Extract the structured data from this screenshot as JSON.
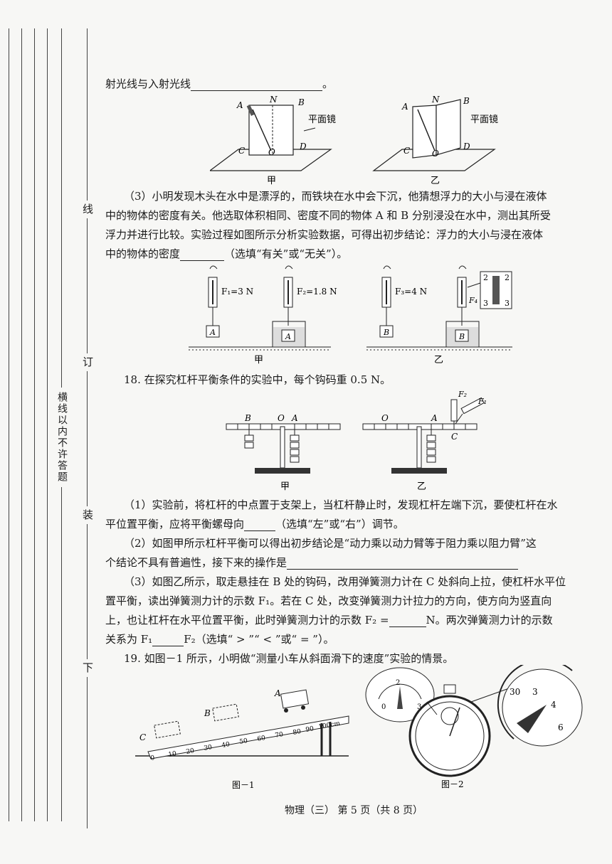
{
  "binding_margin": {
    "line_mark": "线",
    "ding_mark": "订",
    "zhuang_mark": "装",
    "xia_mark": "下",
    "notice": "横线以内不许答题"
  },
  "top_line": "射光线与入射光线",
  "top_line_end": "。",
  "mirror_figs": {
    "label_A": "A",
    "label_N": "N",
    "label_B": "B",
    "label_C": "C",
    "label_O": "O",
    "label_D": "D",
    "mirror_label": "平面镜",
    "cap_left": "甲",
    "cap_right": "乙"
  },
  "q17_3": {
    "line1": "（3）小明发现木头在水中是漂浮的，而铁块在水中会下沉，他猜想浮力的大小与浸在液体",
    "line2": "中的物体的密度有关。他选取体积相同、密度不同的物体 A 和 B 分别浸没在水中，测出其所受",
    "line3": "浮力并进行比较。实验过程如图所示分析实验数据，可得出初步结论：浮力的大小与浸在液体",
    "line4a": "中的物体的密度",
    "line4b": "（选填“有关”或“无关”）。"
  },
  "buoyancy_figs": {
    "f1": "F₁=3 N",
    "f2": "F₂=1.8 N",
    "f3": "F₃=4 N",
    "f4": "F₄",
    "obj_a": "A",
    "obj_b": "B",
    "scale_2l": "2",
    "scale_2r": "2",
    "scale_3l": "3",
    "scale_3r": "3",
    "cap_left": "甲",
    "cap_right": "乙"
  },
  "q18": {
    "title": "18. 在探究杠杆平衡条件的实验中，每个钩码重 0.5 N。",
    "p1_a": "（1）实验前，将杠杆的中点置于支架上，当杠杆静止时，发现杠杆左端下沉，要使杠杆在水",
    "p1_b1": "平位置平衡，应将平衡螺母向",
    "p1_b2": "（选填“左”或“右”）调节。",
    "p2_a": "（2）如图甲所示杠杆平衡可以得出初步结论是“动力乘以动力臂等于阻力乘以阻力臂”这",
    "p2_b": "个结论不具有普遍性，接下来的操作是",
    "p3_a": "（3）如图乙所示，取走悬挂在 B 处的钩码，改用弹簧测力计在 C 处斜向上拉，使杠杆水平位",
    "p3_b": "置平衡，读出弹簧测力计的示数 F₁。若在 C 处，改变弹簧测力计拉力的方向，使方向为竖直向",
    "p3_c1": "上，也让杠杆在水平位置平衡，此时弹簧测力计的示数 F₂ =",
    "p3_c2": "N。两次弹簧测力计的示数",
    "p3_d1": "关系为 F₁",
    "p3_d2": "F₂（选填“ > ”“ < ”或“ = ”）。"
  },
  "lever_figs": {
    "B": "B",
    "O": "O",
    "A": "A",
    "C": "C",
    "F1": "F₁",
    "F2": "F₂",
    "cap_left": "甲",
    "cap_right": "乙"
  },
  "q19": {
    "title": "19. 如图－1 所示，小明做“测量小车从斜面滑下的速度”实验的情景。"
  },
  "ramp_fig": {
    "A": "A",
    "B": "B",
    "C": "C",
    "ticks": [
      "0",
      "10",
      "20",
      "30",
      "40",
      "50",
      "60",
      "70",
      "80",
      "90",
      "100cm"
    ],
    "cap": "图－1"
  },
  "watch_fig": {
    "small_dial": [
      "0",
      "2",
      "3"
    ],
    "zoom_dial": [
      "30",
      "3",
      "4",
      "6"
    ],
    "cap": "图－2"
  },
  "footer": "物理（三）   第 5 页（共 8 页）"
}
